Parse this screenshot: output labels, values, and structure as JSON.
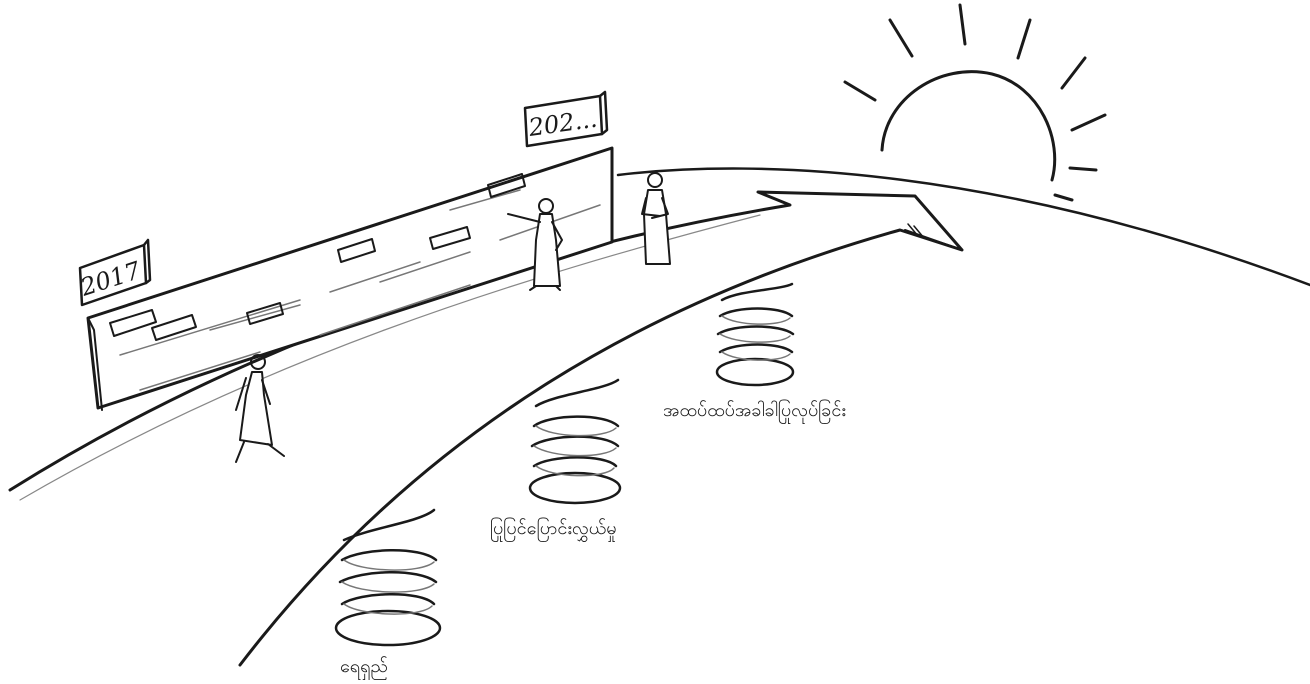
{
  "timeline": {
    "start_year": "2017",
    "end_year": "202..."
  },
  "springs": [
    {
      "label": "ရေရှည်"
    },
    {
      "label": "ပြုပြင်ပြောင်းလွှယ်မှု"
    },
    {
      "label": "အထပ်ထပ်အခါခါပြုလုပ်ခြင်း"
    }
  ]
}
